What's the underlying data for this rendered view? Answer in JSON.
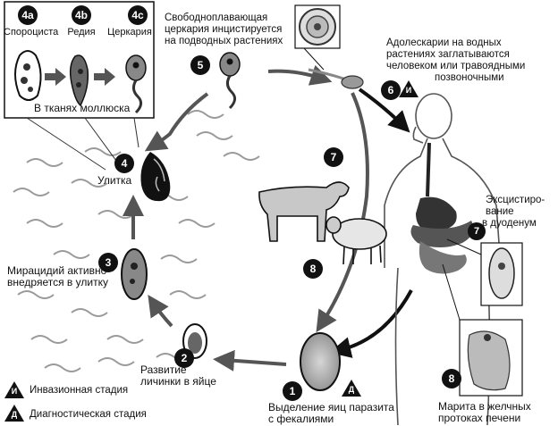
{
  "inset": {
    "badges": [
      "4a",
      "4b",
      "4c"
    ],
    "labels": [
      "Спороциста",
      "Редия",
      "Церкария"
    ],
    "caption": "В тканях моллюска"
  },
  "stages": {
    "s1": {
      "num": "1",
      "text_line1": "Выделение яиц паразита",
      "text_line2": "с фекалиями",
      "mark": "Д"
    },
    "s2": {
      "num": "2",
      "text_line1": "Развитие",
      "text_line2": "личинки в яйце"
    },
    "s3": {
      "num": "3",
      "text_line1": "Мирацидий активно",
      "text_line2": "внедряется в улитку"
    },
    "s4": {
      "num": "4",
      "text": "Улитка"
    },
    "s5": {
      "num": "5",
      "text_line1": "Свободноплавающая",
      "text_line2": "церкария инцистируется",
      "text_line3": "на подводных растениях"
    },
    "s6": {
      "num": "6",
      "text_line1": "Адолескарии на водных",
      "text_line2": "растениях заглатываются",
      "text_line3": "человеком или травоядными",
      "text_line4": "позвоночными",
      "mark": "И"
    },
    "s7a": {
      "num": "7"
    },
    "s7b": {
      "num": "7",
      "text_line1": "Эксцистиро-",
      "text_line2": "вание",
      "text_line3": "в дуоденум"
    },
    "s8a": {
      "num": "8"
    },
    "s8b": {
      "num": "8",
      "text_line1": "Марита в желчных",
      "text_line2": "протоках печени"
    }
  },
  "legend": {
    "invasive": {
      "mark": "И",
      "text": "Инвазионная стадия"
    },
    "diagnostic": {
      "mark": "Д",
      "text": "Диагностическая стадия"
    }
  }
}
